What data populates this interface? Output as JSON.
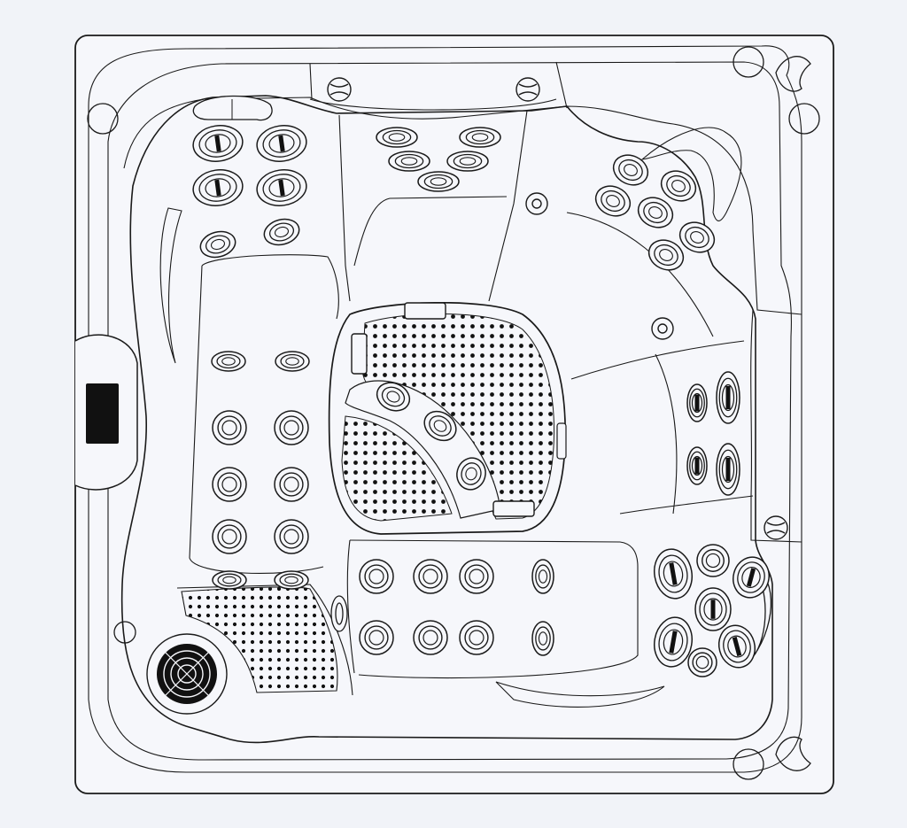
{
  "diagram": {
    "colors": {
      "background": "#f1f3f8",
      "stroke": "#1a1a1a",
      "shell": "#f6f7fb",
      "accent": "#111111"
    },
    "components": [
      "shell",
      "spa-rim",
      "inner-ridge",
      "corner-seat-left",
      "back-seats",
      "right-lounger",
      "center-footwell",
      "corner-seat-right",
      "front-lounger",
      "skimmer",
      "filter-cover",
      "drain-grate",
      "control-panel"
    ],
    "icons": [
      "jet-icon",
      "directional-jet-icon",
      "light-icon",
      "pillow-icon",
      "cup-holder-icon",
      "valve-icon"
    ]
  }
}
